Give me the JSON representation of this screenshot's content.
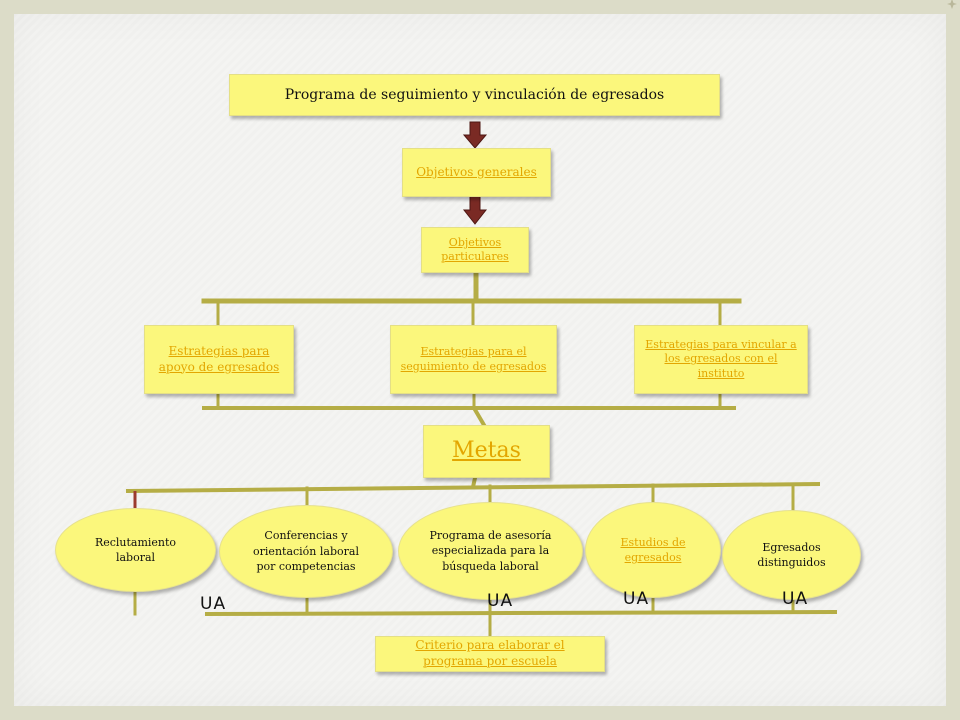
{
  "diagram": {
    "top": "Programa de seguimiento y vinculación de egresados",
    "general_objectives": "Objetivos generales",
    "particular_objectives": "Objetivos particulares",
    "strategies": [
      "Estrategias para apoyo de egresados",
      "Estrategias para el seguimiento de egresados",
      "Estrategias para vincular a los egresados con el instituto"
    ],
    "goals": "Metas",
    "programs": [
      "Reclutamiento laboral",
      "Conferencias y orientación laboral por competencias",
      "Programa de asesoría especializada para la búsqueda laboral",
      "Estudios de egresados",
      "Egresados distinguidos"
    ],
    "ua_labels": [
      "UA",
      "UA",
      "UA",
      "UA"
    ],
    "criteria": "Criterio para elaborar el programa por escuela"
  },
  "colors": {
    "box_fill": "#fbf77c",
    "link_text": "#e3a600",
    "connector": "#b5ad45",
    "arrow": "#7a2a24",
    "background": "#dcdcc8"
  }
}
